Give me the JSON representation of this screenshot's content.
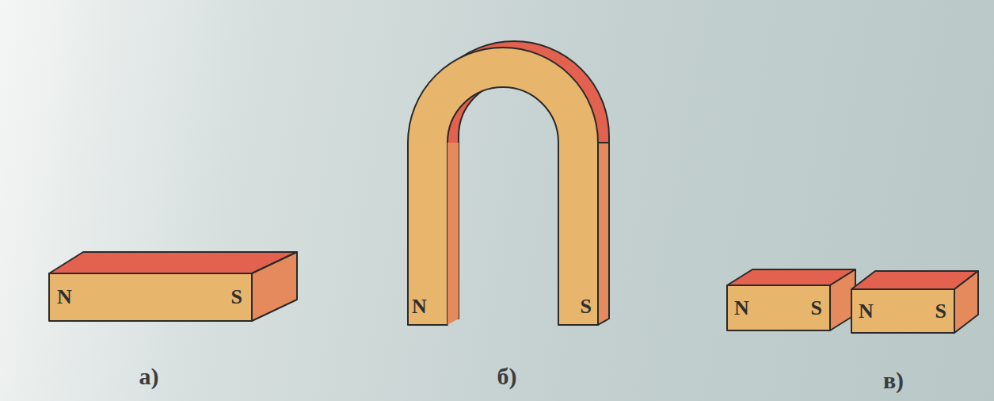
{
  "diagram": {
    "nodes": [
      {
        "text": [
          "N",
          "S"
        ]
      },
      {
        "text": [
          "N",
          "S"
        ]
      },
      {
        "text": [
          "N",
          "S"
        ]
      },
      {
        "text": [
          "N",
          "S"
        ]
      }
    ],
    "labels": [
      "а)",
      "б)",
      "в)"
    ]
  }
}
